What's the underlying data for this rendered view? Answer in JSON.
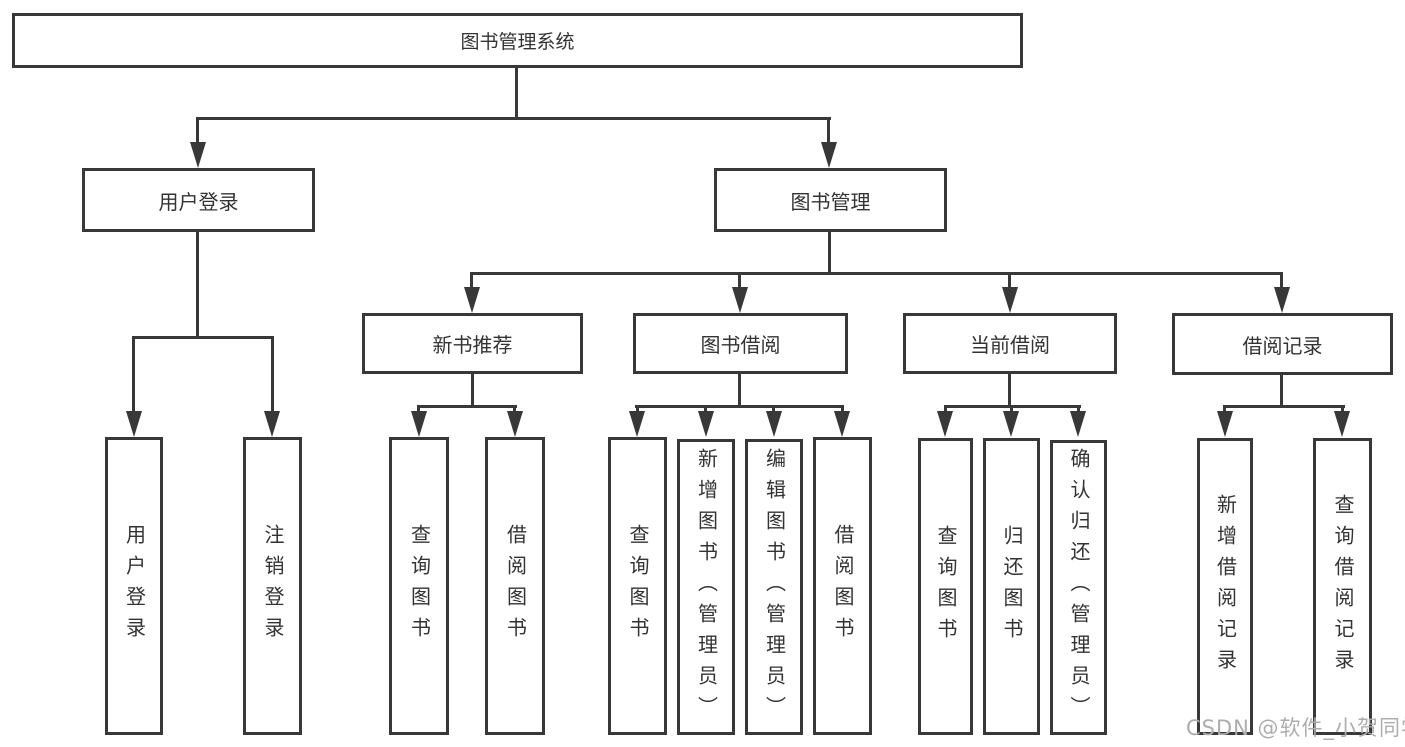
{
  "nodes": {
    "root": "图书管理系统",
    "level1": [
      "用户登录",
      "图书管理"
    ],
    "level2": [
      "新书推荐",
      "图书借阅",
      "当前借阅",
      "借阅记录"
    ],
    "user_login_children": [
      "用户登录",
      "注销登录"
    ],
    "new_book_children": [
      "查询图书",
      "借阅图书"
    ],
    "book_borrow_children": [
      "查询图书",
      "新增图书（管理员）",
      "编辑图书（管理员）",
      "借阅图书"
    ],
    "current_borrow_children": [
      "查询图书",
      "归还图书",
      "确认归还（管理员）"
    ],
    "borrow_record_children": [
      "新增借阅记录",
      "查询借阅记录"
    ]
  },
  "watermark": "CSDN @软件_小贺同学",
  "colors": {
    "line": "#383838",
    "text": "#333333",
    "watermark": "#adadad",
    "background": "#ffffff"
  }
}
